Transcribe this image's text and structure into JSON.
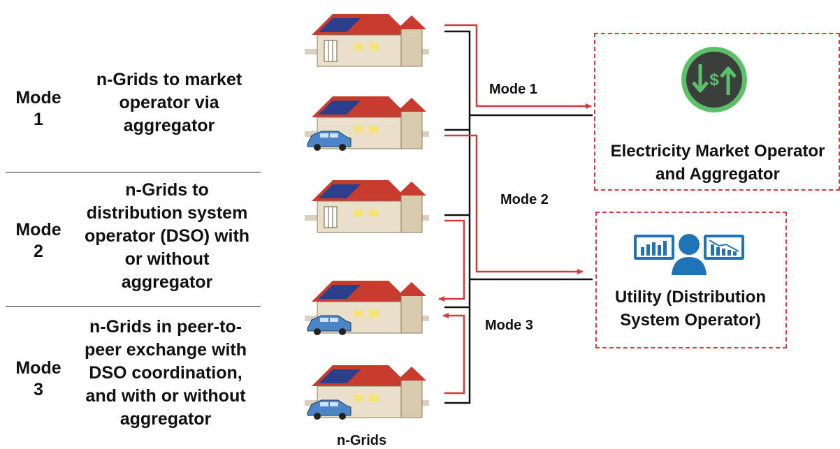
{
  "modes": [
    {
      "label_line1": "Mode",
      "label_line2": "1",
      "desc": [
        "n-Grids to market",
        "operator via",
        "aggregator"
      ]
    },
    {
      "label_line1": "Mode",
      "label_line2": "2",
      "desc": [
        "n-Grids to",
        "distribution system",
        "operator (DSO) with",
        "or without",
        "aggregator"
      ]
    },
    {
      "label_line1": "Mode",
      "label_line2": "3",
      "desc": [
        "n-Grids in peer-to-",
        "peer exchange with",
        "DSO coordination,",
        "and with or without",
        "aggregator"
      ]
    }
  ],
  "flow_labels": {
    "mode1": "Mode 1",
    "mode2": "Mode 2",
    "mode3": "Mode 3"
  },
  "ngrids_label": "n-Grids",
  "operators": {
    "market_line1": "Electricity Market Operator",
    "market_line2": "and Aggregator",
    "utility_line1": "Utility (Distribution",
    "utility_line2": "System Operator)"
  },
  "icons": {
    "market": "money-exchange-icon",
    "utility": "operator-monitors-icon",
    "house": "house-solar-icon",
    "car": "electric-car-icon"
  },
  "colors": {
    "accent_red": "#d63a3a",
    "wire_black": "#111111",
    "icon_green": "#5cbf6a",
    "icon_blue": "#1f73b7"
  }
}
